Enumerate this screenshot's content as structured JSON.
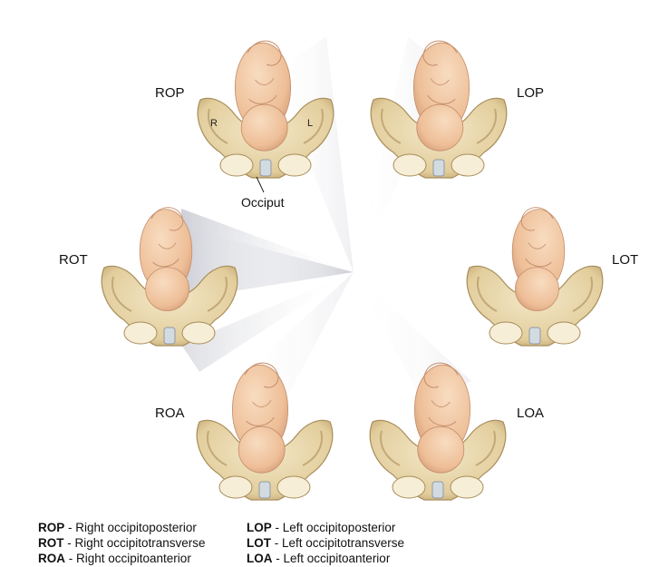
{
  "positions": {
    "rop": "ROP",
    "lop": "LOP",
    "rot": "ROT",
    "lot": "LOT",
    "roa": "ROA",
    "loa": "LOA"
  },
  "pelvis_labels": {
    "right": "R",
    "left": "L",
    "occiput": "Occiput"
  },
  "legend": {
    "left": [
      {
        "abbr": "ROP",
        "text": " - Right occipitoposterior"
      },
      {
        "abbr": "ROT",
        "text": " - Right occipitotransverse"
      },
      {
        "abbr": "ROA",
        "text": " - Right occipitoanterior"
      }
    ],
    "right": [
      {
        "abbr": "LOP",
        "text": " - Left occipitoposterior"
      },
      {
        "abbr": "LOT",
        "text": " - Left occipitotransverse"
      },
      {
        "abbr": "LOA",
        "text": " - Left occipitoanterior"
      }
    ]
  },
  "colors": {
    "bone": "#e8d7ad",
    "bone_shadow": "#bfa574",
    "skin": "#f2c9a4",
    "skin_shadow": "#d9a07c",
    "ray": "#b9bbc6",
    "cartilage": "#cfd6dc"
  }
}
